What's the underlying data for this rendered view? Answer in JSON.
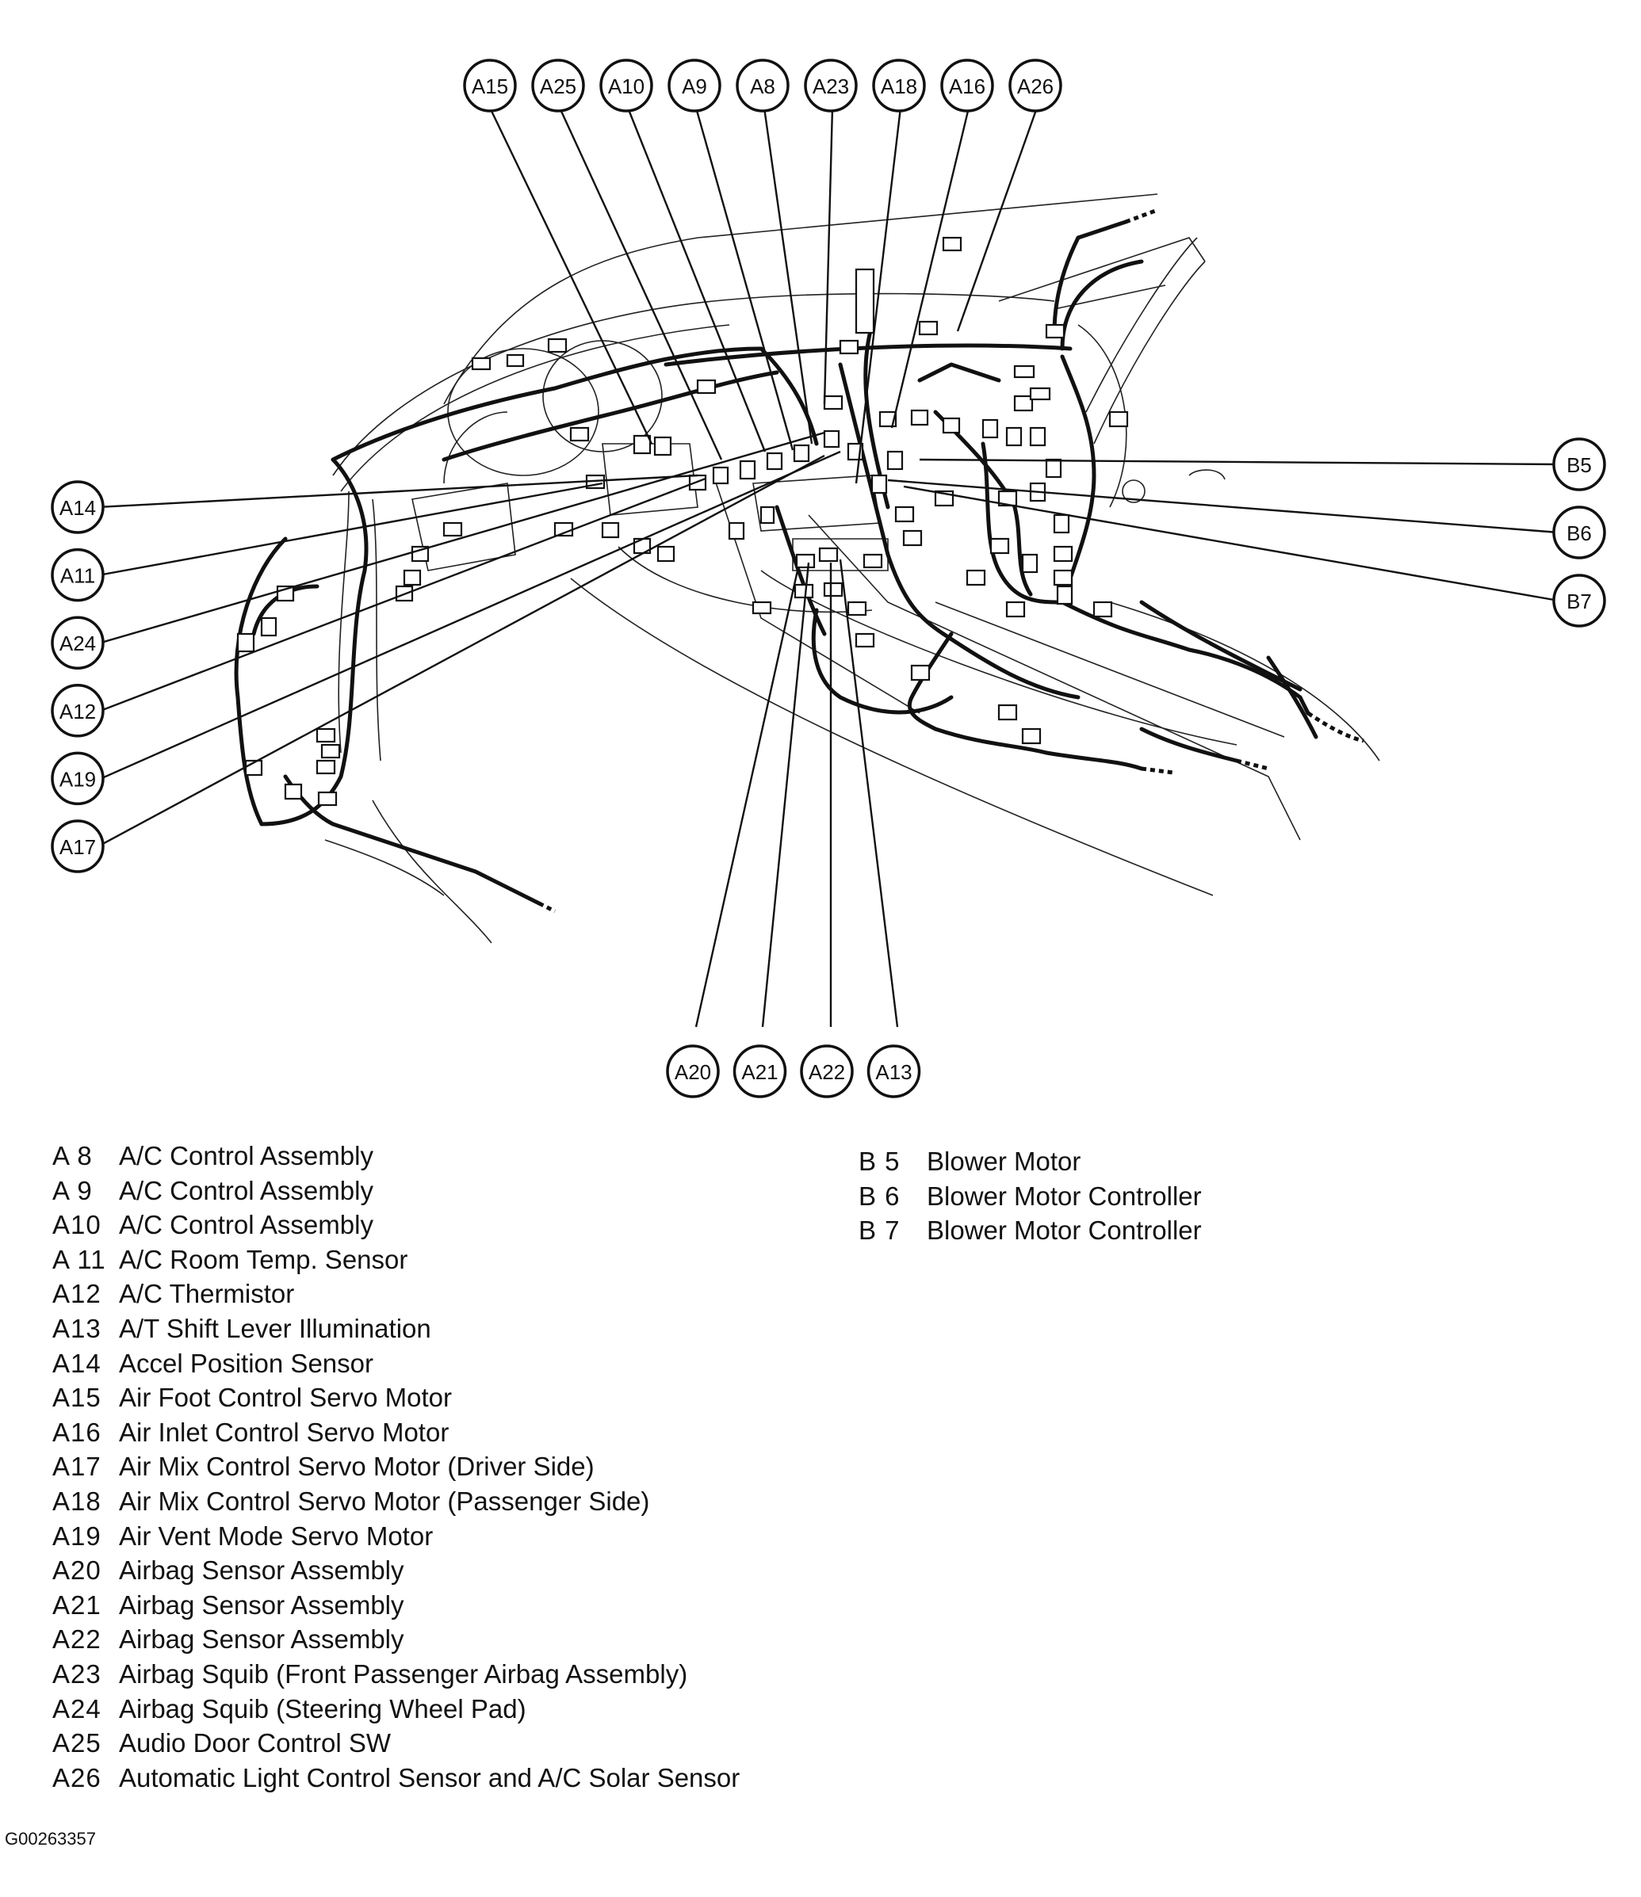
{
  "callouts_top": [
    "A15",
    "A25",
    "A10",
    "A9",
    "A8",
    "A23",
    "A18",
    "A16",
    "A26"
  ],
  "callouts_left": [
    "A14",
    "A11",
    "A24",
    "A12",
    "A19",
    "A17"
  ],
  "callouts_right": [
    "B5",
    "B6",
    "B7"
  ],
  "callouts_bottom": [
    "A20",
    "A21",
    "A22",
    "A13"
  ],
  "legend_a": [
    {
      "code": "A 8",
      "name": "A/C Control Assembly"
    },
    {
      "code": "A 9",
      "name": "A/C Control Assembly"
    },
    {
      "code": "A10",
      "name": "A/C Control Assembly"
    },
    {
      "code": "A 11",
      "name": "A/C Room Temp. Sensor"
    },
    {
      "code": "A12",
      "name": "A/C Thermistor"
    },
    {
      "code": "A13",
      "name": "A/T Shift Lever Illumination"
    },
    {
      "code": "A14",
      "name": "Accel Position Sensor"
    },
    {
      "code": "A15",
      "name": "Air Foot Control Servo Motor"
    },
    {
      "code": "A16",
      "name": "Air Inlet Control Servo Motor"
    },
    {
      "code": "A17",
      "name": "Air Mix Control Servo Motor (Driver Side)"
    },
    {
      "code": "A18",
      "name": "Air Mix Control Servo Motor (Passenger Side)"
    },
    {
      "code": "A19",
      "name": "Air Vent Mode Servo Motor"
    },
    {
      "code": "A20",
      "name": "Airbag Sensor Assembly"
    },
    {
      "code": "A21",
      "name": "Airbag Sensor Assembly"
    },
    {
      "code": "A22",
      "name": "Airbag Sensor Assembly"
    },
    {
      "code": "A23",
      "name": "Airbag Squib (Front Passenger Airbag Assembly)"
    },
    {
      "code": "A24",
      "name": "Airbag Squib (Steering Wheel Pad)"
    },
    {
      "code": "A25",
      "name": "Audio Door Control SW"
    },
    {
      "code": "A26",
      "name": "Automatic Light Control Sensor and A/C Solar Sensor"
    }
  ],
  "legend_b": [
    {
      "code": "B 5",
      "name": "Blower Motor"
    },
    {
      "code": "B 6",
      "name": "Blower Motor Controller"
    },
    {
      "code": "B 7",
      "name": "Blower Motor Controller"
    }
  ],
  "figure_id": "G00263357"
}
